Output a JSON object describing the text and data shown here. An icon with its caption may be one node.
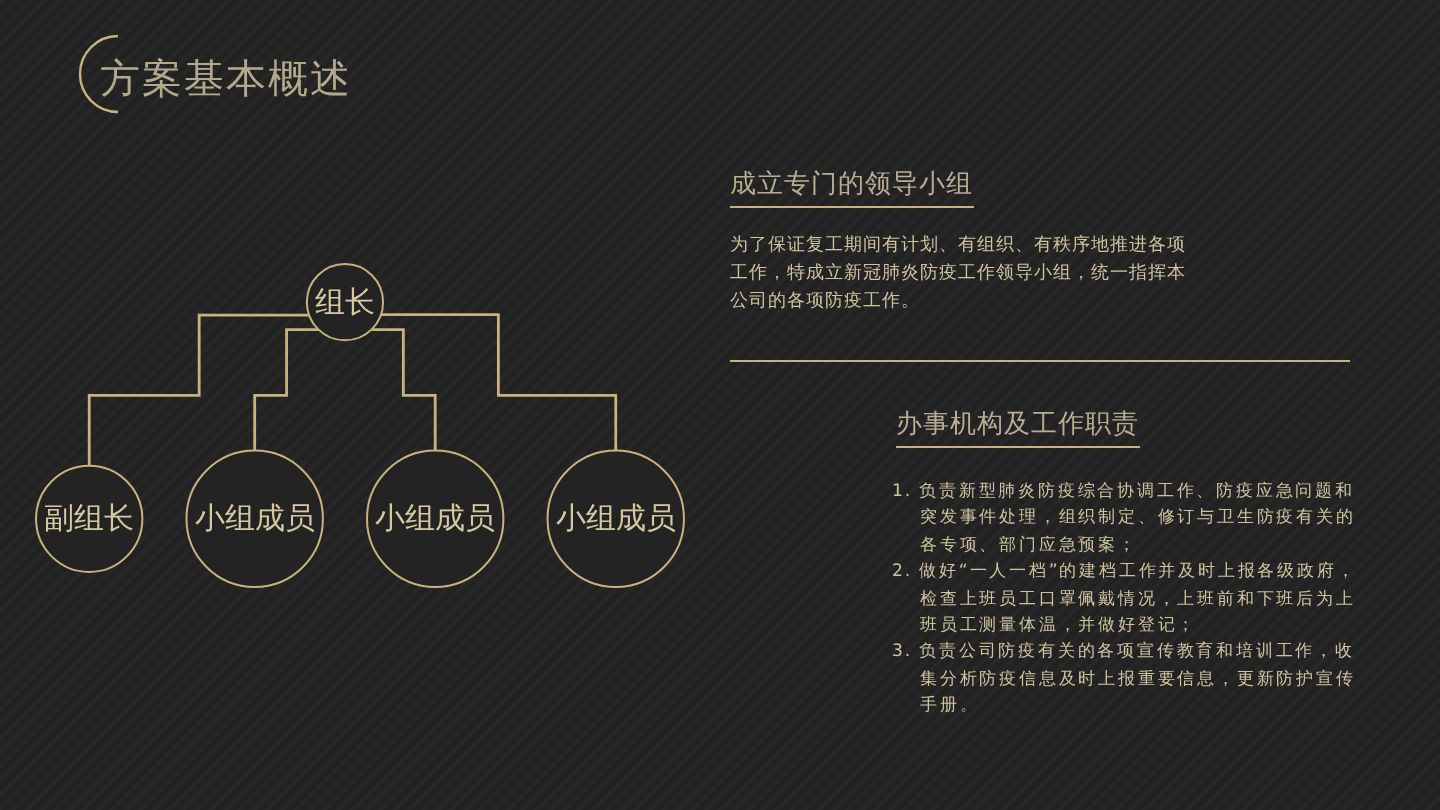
{
  "diagram": {
    "title": "方案基本概述",
    "nodes": [
      {
        "text": [
          "组长"
        ]
      },
      {
        "text": [
          "副组长"
        ]
      },
      {
        "text": [
          "小组成员"
        ]
      },
      {
        "text": [
          "小组成员"
        ]
      },
      {
        "text": [
          "小组成员"
        ]
      }
    ],
    "edges": [
      {
        "from": 0,
        "to": 1,
        "arrow": "none"
      },
      {
        "from": 0,
        "to": 2,
        "arrow": "none"
      },
      {
        "from": 0,
        "to": 3,
        "arrow": "none"
      },
      {
        "from": 0,
        "to": 4,
        "arrow": "none"
      }
    ],
    "labels": [
      "成立专门的领导小组",
      "为了保证复工期间有计划、有组织、有秩序地推进各项工作，特成立新冠肺炎防疫工作领导小组，统一指挥本公司的各项防疫工作。",
      "办事机构及工作职责",
      "1. 负责新型肺炎防疫综合协调工作、防疫应急问题和突发事件处理，组织制定、修订与卫生防疫有关的各专项、部门应急预案；",
      "2. 做好“一人一档”的建档工作并及时上报各级政府，检查上班员工口罩佩戴情况，上班前和下班后为上班员工测量体温，并做好登记；",
      "3. 负责公司防疫有关的各项宣传教育和培训工作，收集分析防疫信息及时上报重要信息，更新防护宣传手册。"
    ]
  }
}
